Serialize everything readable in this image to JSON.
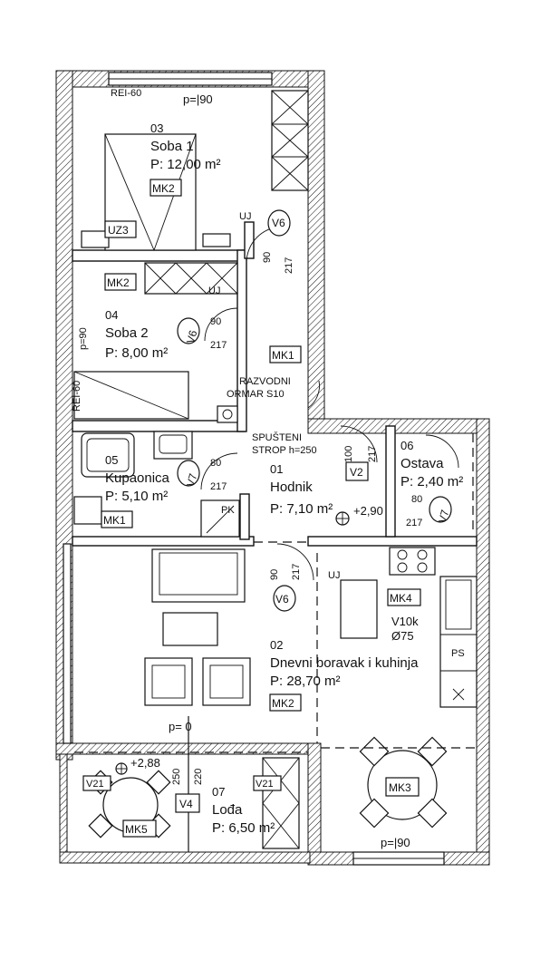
{
  "rooms": [
    {
      "number": "03",
      "name": "Soba 1",
      "area": "P: 12,00 m²"
    },
    {
      "number": "04",
      "name": "Soba 2",
      "area": "P: 8,00 m²"
    },
    {
      "number": "05",
      "name": "Kupaonica",
      "area": "P: 5,10 m²"
    },
    {
      "number": "01",
      "name": "Hodnik",
      "area": "P: 7,10 m²"
    },
    {
      "number": "06",
      "name": "Ostava",
      "area": "P: 2,40 m²"
    },
    {
      "number": "02",
      "name": "Dnevni boravak i kuhinja",
      "area": "P: 28,70 m²"
    },
    {
      "number": "07",
      "name": "Lođa",
      "area": "P: 6,50 m²"
    }
  ],
  "labels": {
    "rei60_top": "REI-60",
    "rei60_side": "REI-60",
    "p90_top": "p=|90",
    "p0": "p= 0",
    "p90_bottom": "p=|90",
    "uz3": "UZ3",
    "uj1": "UJ",
    "uj2": "UJ",
    "uj3": "UJ",
    "mk2_room1": "MK2",
    "mk2_room2": "MK2",
    "mk2_living": "MK2",
    "mk1_hall": "MK1",
    "mk1_bath": "MK1",
    "mk3": "MK3",
    "mk4": "MK4",
    "mk5": "MK5",
    "razvodni_1": "RAZVODNI",
    "razvodni_2": "ORMAR S10",
    "spusteni_1": "SPUŠTENI",
    "spusteni_2": "STROP h=250",
    "v10k_1": "V10k",
    "v10k_2": "Ø75",
    "ps": "PS",
    "pk": "PK",
    "elev_hall": "+2,90",
    "elev_loggia": "+2,88",
    "p90_side": "p=90"
  },
  "doors": [
    {
      "tag": "V6",
      "width": "90",
      "height": "217"
    },
    {
      "tag": "V6",
      "width": "90",
      "height": "217"
    },
    {
      "tag": "V7",
      "width": "80",
      "height": "217"
    },
    {
      "tag": "V2",
      "width": "100",
      "height": "217"
    },
    {
      "tag": "V7",
      "width": "80",
      "height": "217"
    },
    {
      "tag": "V6",
      "width": "90",
      "height": "217"
    }
  ],
  "windows": [
    {
      "tag": "V21"
    },
    {
      "tag": "V4",
      "width": "250",
      "height": "220"
    },
    {
      "tag": "V21"
    }
  ]
}
